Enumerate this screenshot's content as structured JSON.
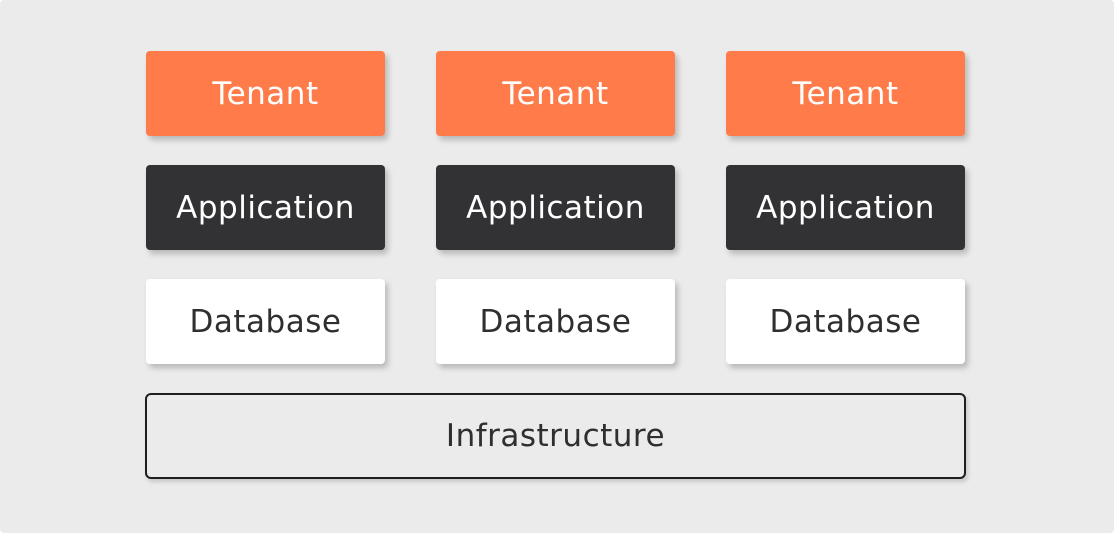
{
  "columns": [
    {
      "tenant": "Tenant",
      "application": "Application",
      "database": "Database"
    },
    {
      "tenant": "Tenant",
      "application": "Application",
      "database": "Database"
    },
    {
      "tenant": "Tenant",
      "application": "Application",
      "database": "Database"
    }
  ],
  "infrastructure": "Infrastructure",
  "colors": {
    "background": "#ebebeb",
    "tenant": "#ff7b4a",
    "application": "#323234",
    "database": "#ffffff",
    "infrastructure_border": "#1f1f1f"
  }
}
